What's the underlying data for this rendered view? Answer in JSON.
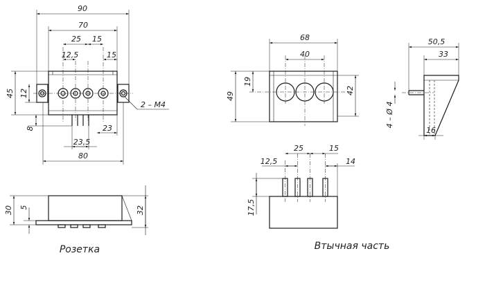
{
  "captions": {
    "socket": "Розетка",
    "plug": "Втычная часть"
  },
  "dimensions": {
    "socket_top": {
      "overall_width": "90",
      "inner_width": "70",
      "pitch_a": "25",
      "pitch_b": "15",
      "offset": "12,5",
      "right_offset": "15",
      "height": "45",
      "hole_offset": "12",
      "thread": "2 – M4",
      "pin_length": "8",
      "pin_span": "23,5",
      "right_gap": "23",
      "base_width": "80"
    },
    "socket_side": {
      "height": "30",
      "flange": "5",
      "right_height": "32"
    },
    "plug_front": {
      "width": "68",
      "pitch": "40",
      "height": "49",
      "hole_offset": "19",
      "right_height": "42"
    },
    "plug_side": {
      "overall": "50,5",
      "depth": "33",
      "pin_note": "4 – Ø 4",
      "base": "16"
    },
    "plug_bottom": {
      "pitch_a": "25",
      "pitch_b": "15",
      "offset": "12,5",
      "right_offset": "14",
      "pin_height": "17,5"
    }
  }
}
